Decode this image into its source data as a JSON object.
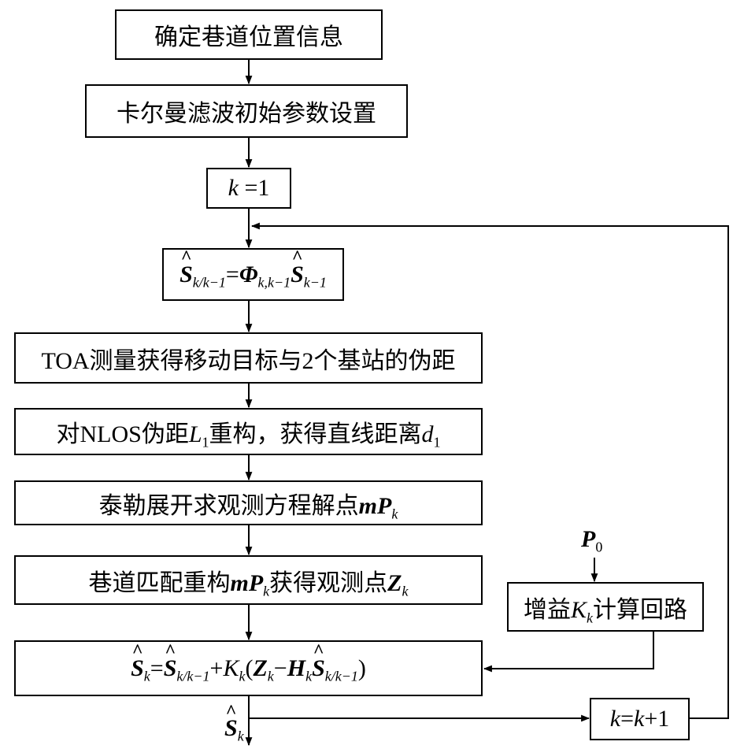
{
  "steps": [
    {
      "id": "s1",
      "text": "确定巷道位置信息"
    },
    {
      "id": "s2",
      "text": "卡尔曼滤波初始参数设置"
    },
    {
      "id": "s3",
      "lhs": "k",
      "eq": "=",
      "rhs": "1"
    },
    {
      "id": "s4",
      "S": "S",
      "sub_k_k1": "k/k−1",
      "eq": "=",
      "Phi": "Φ",
      "sub_kk1": "k,k−1",
      "sub_k1": "k−1"
    },
    {
      "id": "s5",
      "text": "TOA测量获得移动目标与2个基站的伪距"
    },
    {
      "id": "s6",
      "pre": "对NLOS伪距",
      "L": "L",
      "L_sub": "1",
      "mid": "重构，获得直线距离",
      "d": "d",
      "d_sub": "1"
    },
    {
      "id": "s7",
      "pre": "泰勒展开求观测方程解点",
      "m": "m",
      "P": "P",
      "sub": "k"
    },
    {
      "id": "s8",
      "pre": "巷道匹配重构",
      "m": "m",
      "P": "P",
      "sub": "k",
      "mid": "获得观测点",
      "Z": "Z",
      "zsub": "k"
    },
    {
      "id": "s9",
      "S": "S",
      "sub_k": "k",
      "eq": "=",
      "sub_k_k1": "k/k−1",
      "plus": "+",
      "K": "K",
      "sub": "k",
      "open": "(",
      "Z": "Z",
      "minus": "−",
      "H": "H",
      "close": ")"
    }
  ],
  "gain": {
    "pre": "增益",
    "K": "K",
    "sub": "k",
    "post": "计算回路"
  },
  "p0": {
    "P": "P",
    "sub": "0"
  },
  "increment": {
    "k1": "k",
    "eq": "=",
    "k2": "k",
    "plus": "+",
    "one": "1"
  },
  "output": {
    "S": "S",
    "sub": "k"
  }
}
